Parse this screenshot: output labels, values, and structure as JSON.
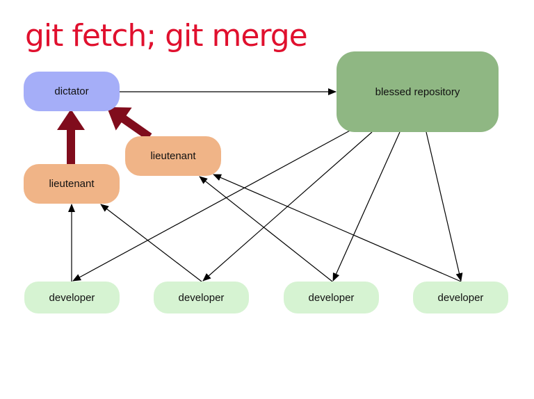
{
  "title": "git fetch; git merge",
  "nodes": {
    "dictator": "dictator",
    "blessed_repository": "blessed repository",
    "lieutenant_left": "lieutenant",
    "lieutenant_right": "lieutenant",
    "developers": [
      "developer",
      "developer",
      "developer",
      "developer"
    ]
  },
  "colors": {
    "title": "#e0102e",
    "dictator": "#a5aef8",
    "blessed_repository": "#8fb783",
    "lieutenant": "#f0b487",
    "developer": "#d6f3d2",
    "fetch_arrow": "#800c1c",
    "edge": "#000000"
  }
}
